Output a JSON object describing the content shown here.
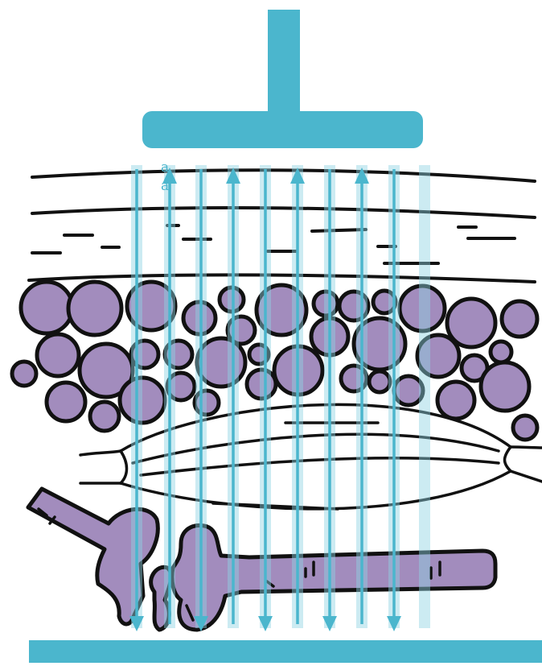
{
  "diagram": {
    "labels": [
      "a",
      "a"
    ],
    "colors": {
      "probe": "#4bb6cd",
      "beam": "#8fd3e3",
      "arrow": "#4bb6cd",
      "tissue": "#a28cbd",
      "outline": "#111111",
      "label": "#4bb6cd"
    },
    "beams": {
      "up_arrows": 4,
      "down_arrows": 5
    }
  }
}
